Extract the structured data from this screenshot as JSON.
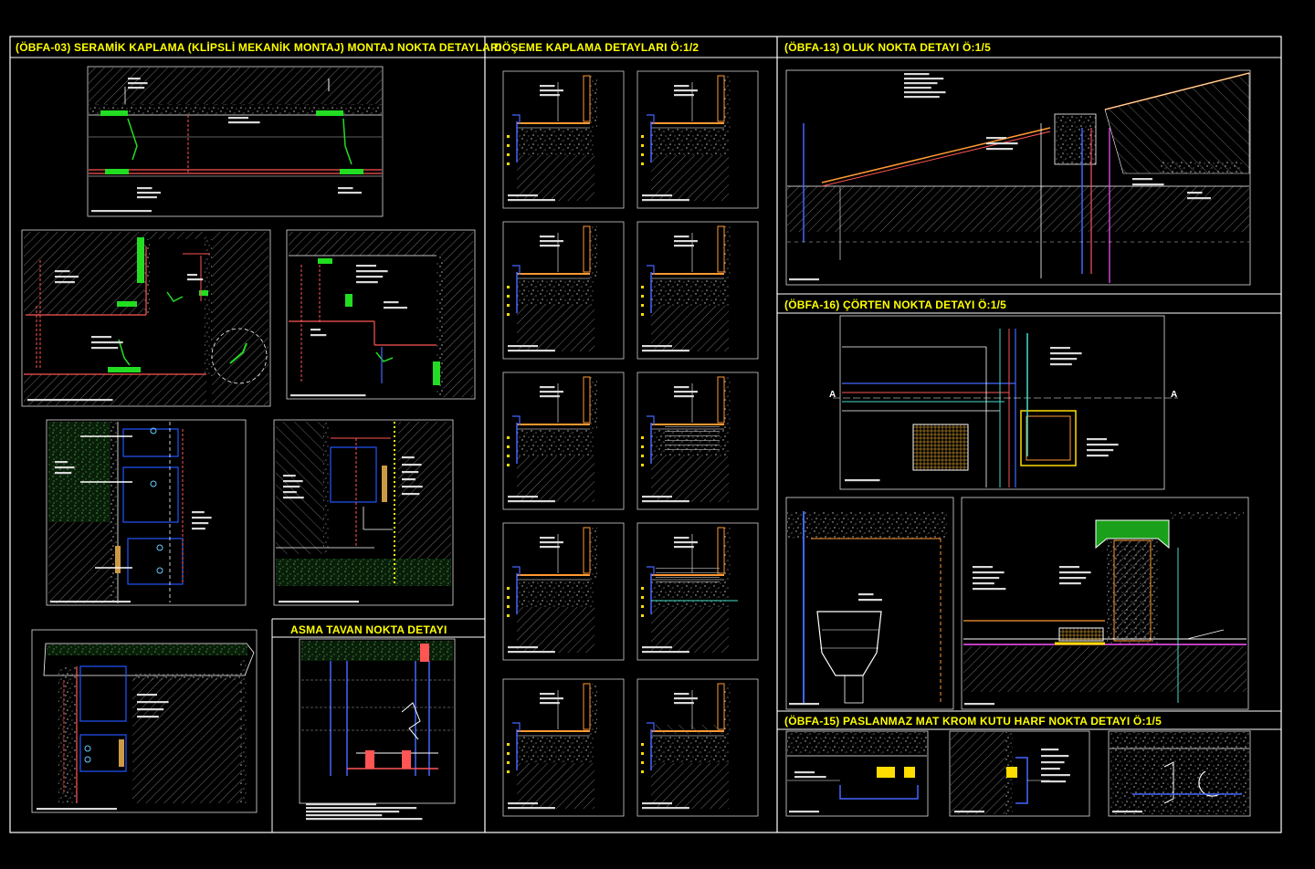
{
  "sheet": {
    "section_titles": {
      "obfa03": "(ÖBFA-03)  SERAMİK KAPLAMA (KLİPSLİ MEKANİK MONTAJ) MONTAJ NOKTA DETAYLARI",
      "doseme": "DÖŞEME KAPLAMA DETAYLARI Ö:1/2",
      "obfa13": "(ÖBFA-13) OLUK NOKTA DETAYI Ö:1/5",
      "obfa16": "(ÖBFA-16) ÇÖRTEN NOKTA DETAYI Ö:1/5",
      "asma_tavan": "ASMA TAVAN NOKTA DETAYI",
      "obfa15": "(ÖBFA-15) PASLANMAZ MAT KROM KUTU HARF NOKTA DETAYI Ö:1/5"
    },
    "section_marks": [
      "A",
      "A"
    ],
    "colors": {
      "background": "#000000",
      "frame": "#ffffff",
      "title": "#ffff00",
      "concrete": "#b8b8b8",
      "clip": "#22dd22",
      "dimension": "#ff5555",
      "profile": "#2244ff",
      "tile": "#ff9933",
      "membrane": "#ff55ff",
      "leader": "#eeeeee"
    }
  }
}
